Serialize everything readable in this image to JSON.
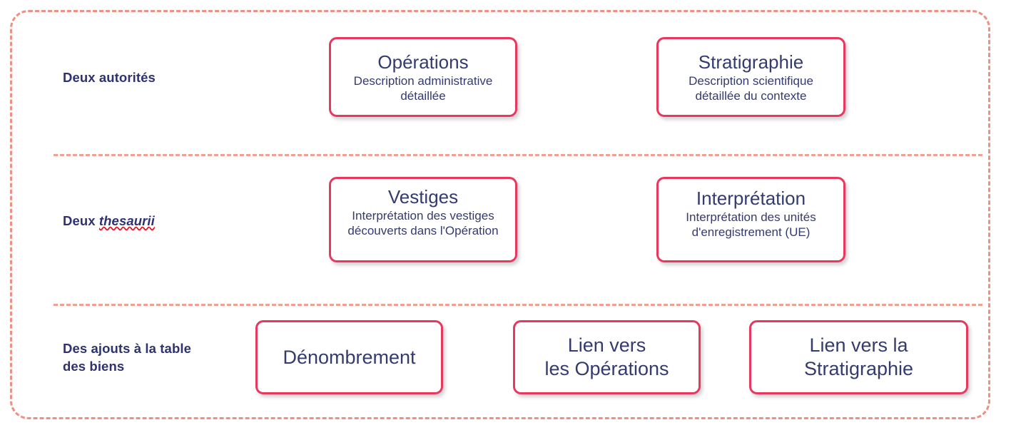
{
  "frame": {
    "border_color": "#ed9182",
    "divider_color": "#f0a193",
    "card_border_color": "#e8385f",
    "text_color": "#343b6e",
    "label_color": "#2e3270",
    "spellcheck_underline_color": "#e81123"
  },
  "rows": [
    {
      "label_prefix": "Deux autorités",
      "label_emphasis": "",
      "cards": [
        {
          "title": "Opérations",
          "desc": "Description administrative détaillée"
        },
        {
          "title": "Stratigraphie",
          "desc": "Description scientifique détaillée du contexte"
        }
      ]
    },
    {
      "label_prefix": "Deux ",
      "label_emphasis": "thesaurii",
      "cards": [
        {
          "title": "Vestiges",
          "desc": "Interprétation des vestiges découverts dans l'Opération"
        },
        {
          "title": "Interprétation",
          "desc": "Interprétation des unités d'enregistrement (UE)"
        }
      ]
    },
    {
      "label_prefix": "Des ajouts à la table des biens",
      "label_emphasis": "",
      "cards": [
        {
          "title": "Dénombrement",
          "desc": ""
        },
        {
          "title": "Lien vers\nles Opérations",
          "desc": ""
        },
        {
          "title": "Lien vers la\nStratigraphie",
          "desc": ""
        }
      ]
    }
  ]
}
